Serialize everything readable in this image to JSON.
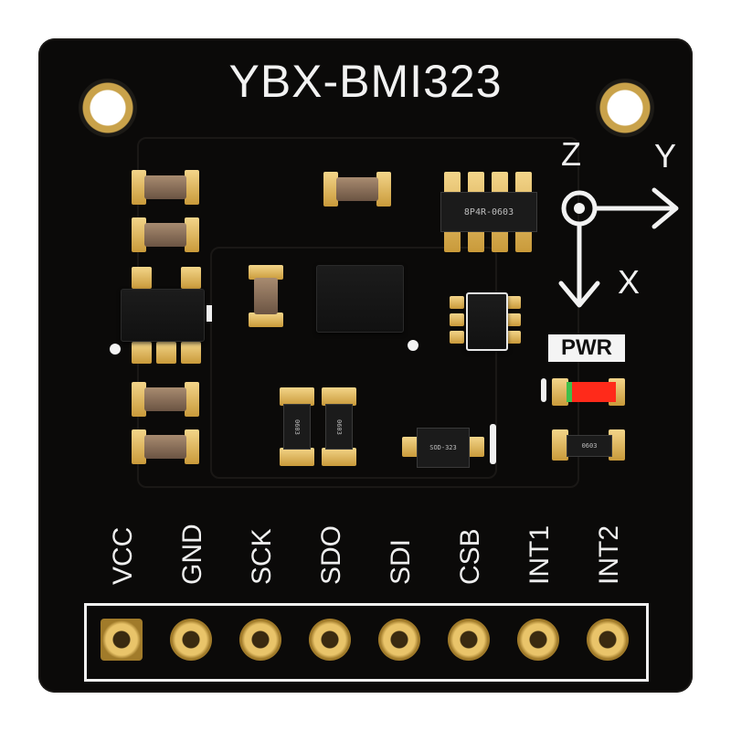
{
  "board": {
    "title": "YBX-BMI323",
    "pwr_label": "PWR",
    "axes": {
      "z": "Z",
      "y": "Y",
      "x": "X"
    },
    "components": {
      "resistor_network": "8P4R-0603",
      "resistor_a": "0603",
      "resistor_b": "0603",
      "resistor_c": "0603",
      "diode": "SOD-323"
    },
    "pins": [
      "VCC",
      "GND",
      "SCK",
      "SDO",
      "SDI",
      "CSB",
      "INT1",
      "INT2"
    ],
    "colors": {
      "pcb": "#0b0a09",
      "gold": "#e9c46a",
      "led": "#ff2a1a",
      "silkscreen": "#f0f0f0"
    }
  }
}
